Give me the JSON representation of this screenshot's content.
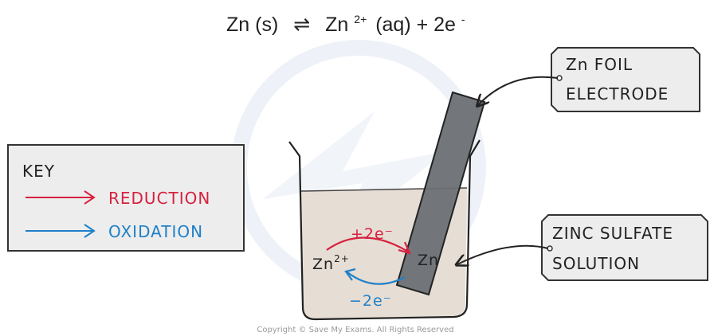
{
  "equation": {
    "left": "Zn (s)",
    "arrow": "⇌",
    "right_base": "Zn",
    "right_sup": "2+",
    "right_rest": "(aq) + 2e",
    "right_sup2": "-"
  },
  "key": {
    "title": "KEY",
    "reduction": "REDUCTION",
    "oxidation": "OXIDATION",
    "colors": {
      "reduction": "#d6213f",
      "oxidation": "#1f80c8"
    }
  },
  "labels": {
    "foil_line1": "Zn  FOIL",
    "foil_line2": "ELECTRODE",
    "solution_line1": "ZINC  SULFATE",
    "solution_line2": "SOLUTION"
  },
  "beaker": {
    "ion_base": "Zn",
    "ion_sup": "2+",
    "metal": "Zn",
    "gain_electrons": "+2e⁻",
    "lose_electrons": "−2e⁻"
  },
  "copyright": "Copyright © Save My Exams. All Rights Reserved",
  "colors": {
    "solution_fill": "#e6ddd4",
    "electrode_fill": "#6b6f74",
    "box_fill": "#ededed",
    "watermark": "#eef2f8"
  }
}
